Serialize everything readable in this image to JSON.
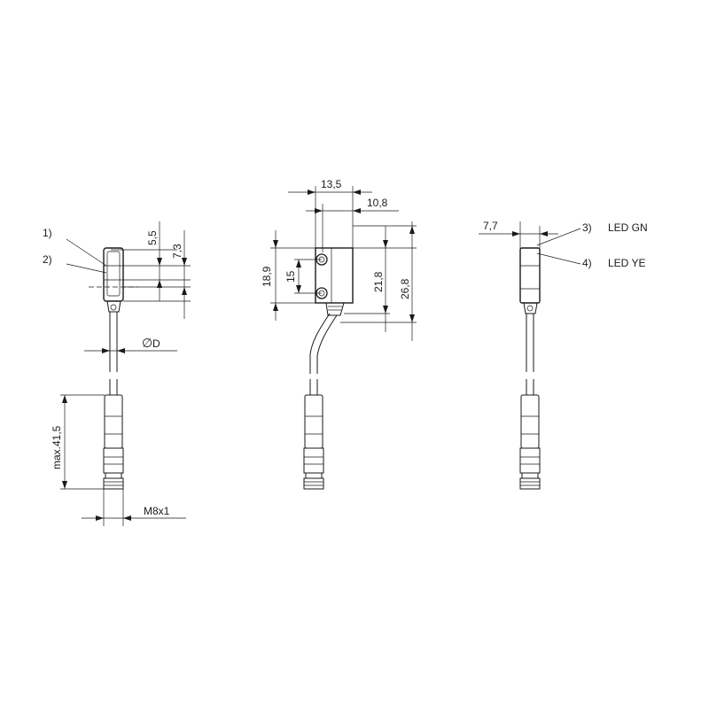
{
  "views": {
    "front": {
      "callouts": [
        "1)",
        "2)"
      ],
      "dims": [
        "5,5",
        "7,3",
        "max.41,5"
      ],
      "diameter_symbol": "∅",
      "diameter_label": "D",
      "thread_label": "M8x1"
    },
    "side": {
      "dims": [
        "13,5",
        "10,8",
        "18,9",
        "15",
        "21,8",
        "26,8"
      ]
    },
    "right": {
      "dims": [
        "7,7"
      ],
      "callouts": [
        "3)",
        "4)"
      ],
      "led_labels": [
        "LED GN",
        "LED YE"
      ]
    }
  }
}
